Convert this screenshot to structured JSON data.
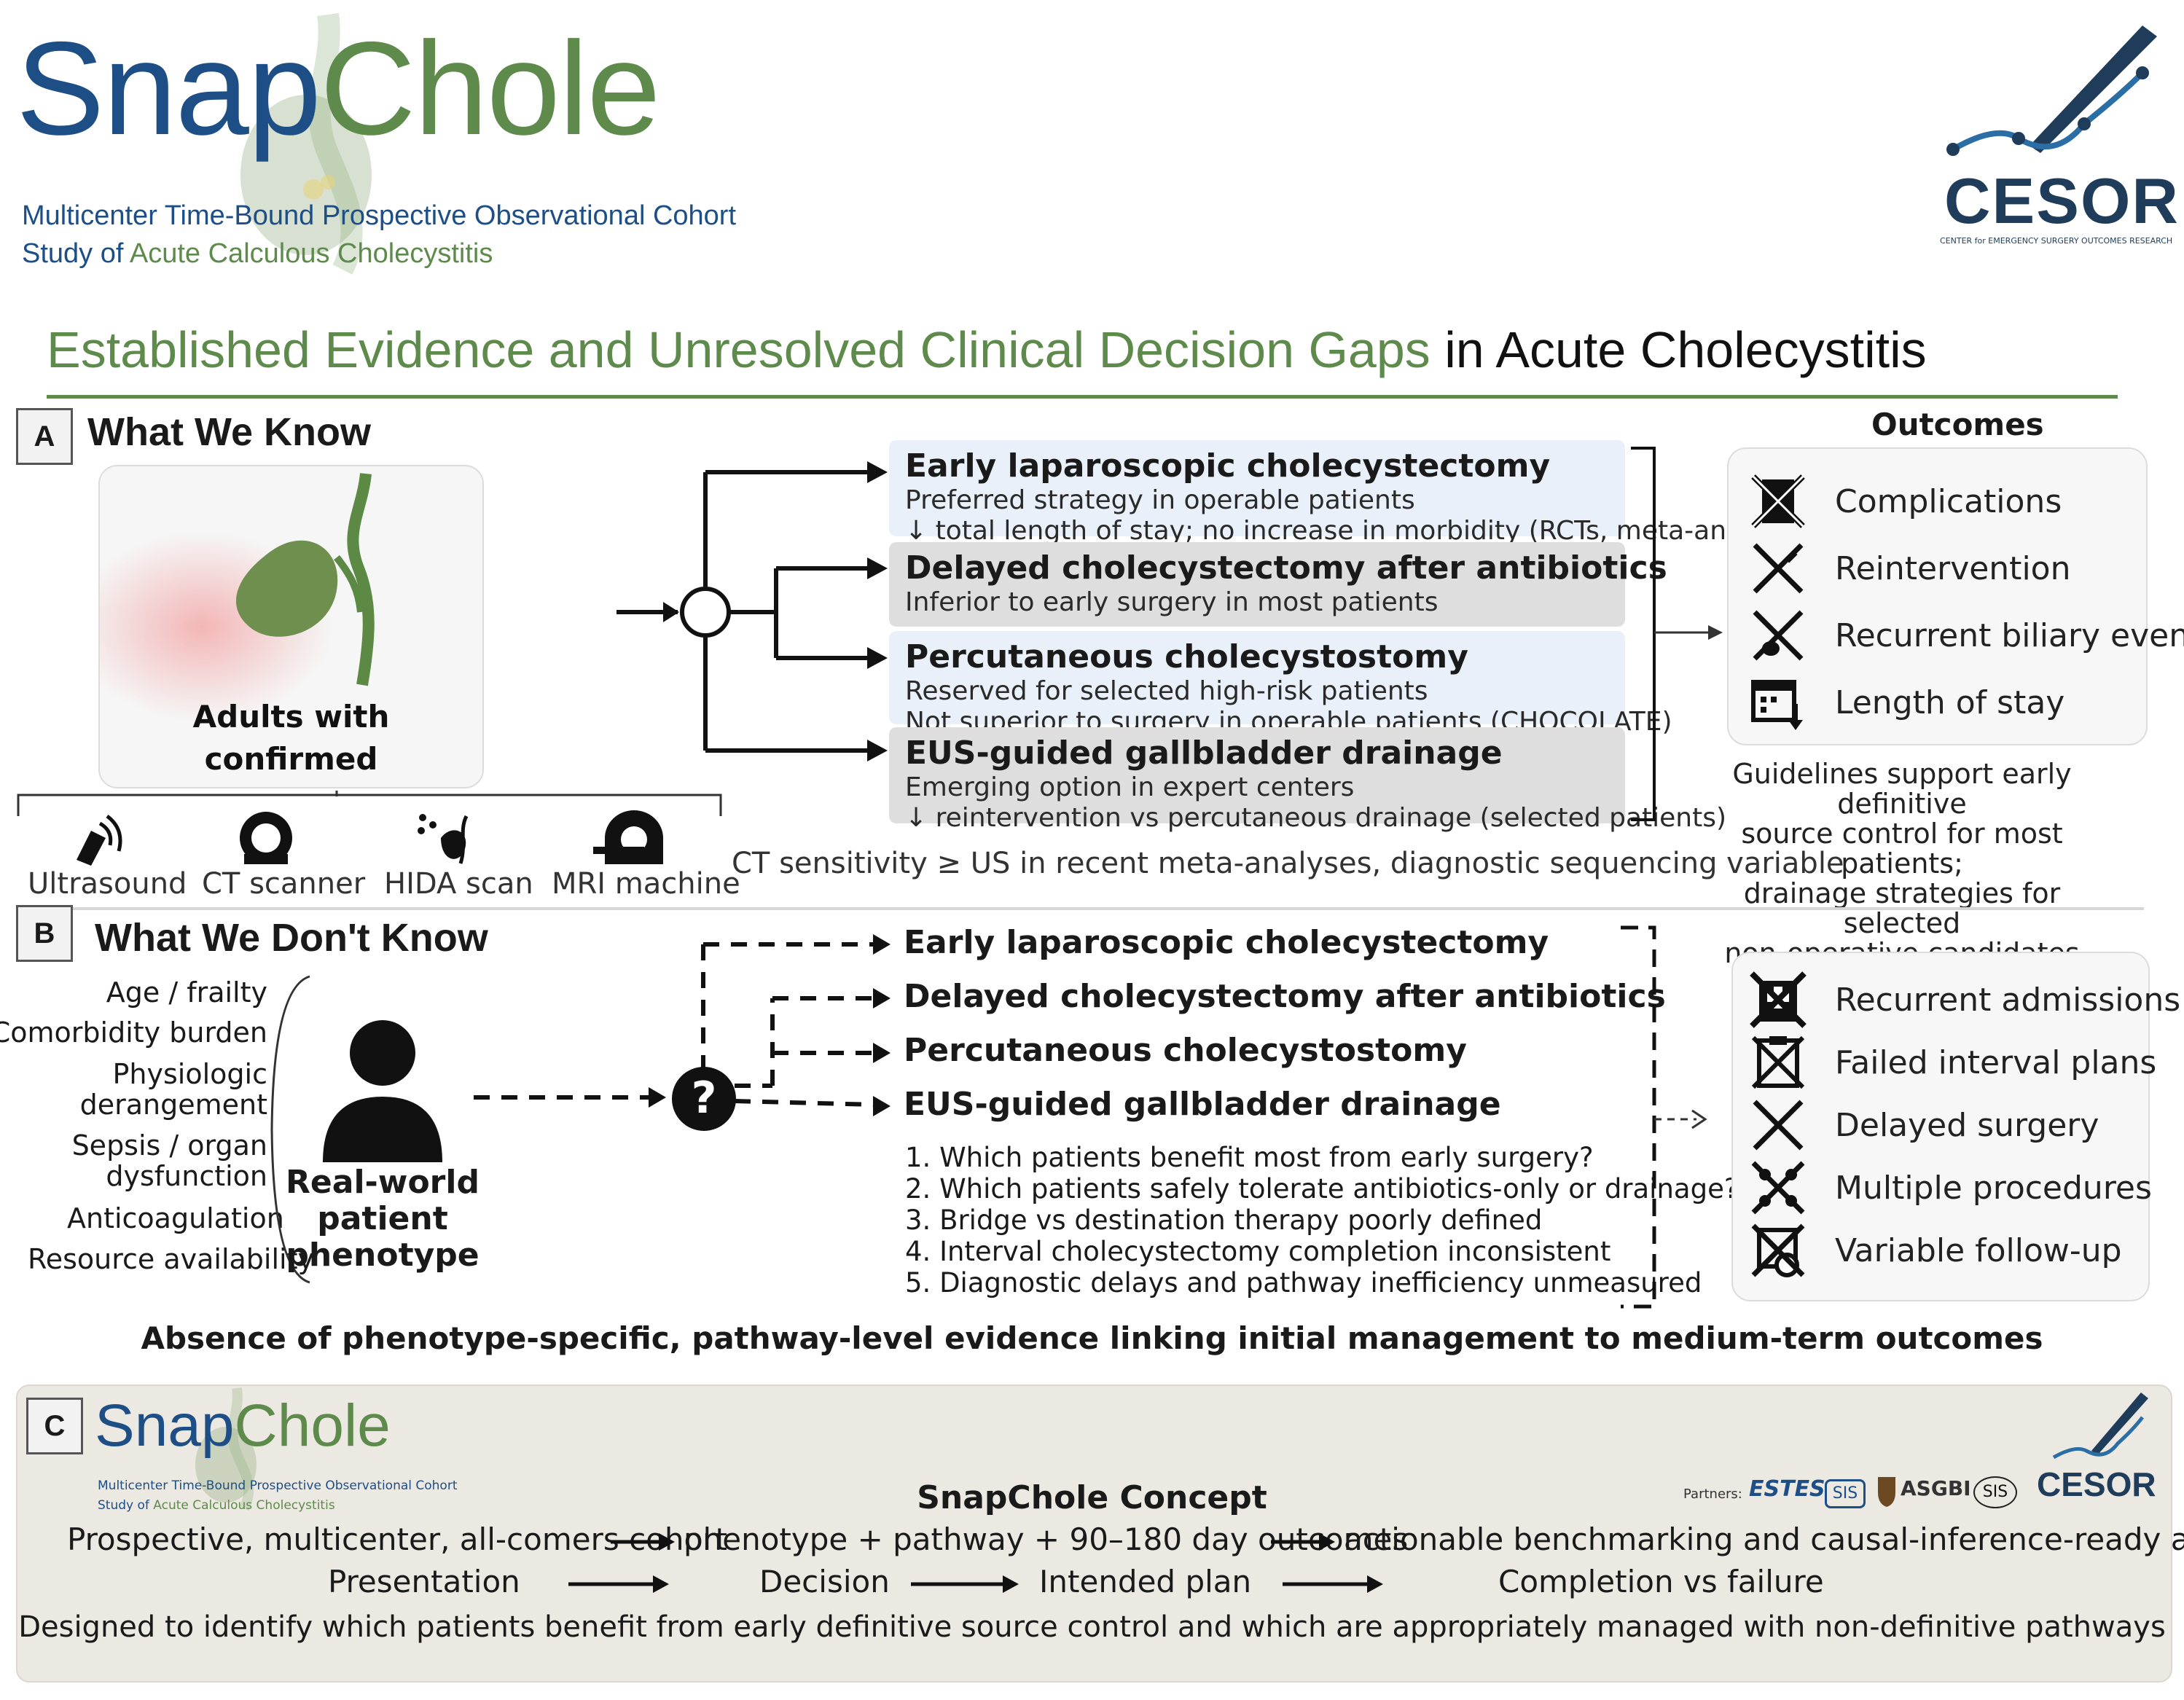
{
  "header": {
    "logo_snap": "Snap",
    "logo_chole": "Chole",
    "subtitle_line1": "Multicenter Time-Bound Prospective Observational Cohort",
    "subtitle_line2_prefix": "Study of ",
    "subtitle_line2_highlight": "Acute Calculous Cholecystitis",
    "org_name": "CESOR",
    "org_tagline": "CENTER for EMERGENCY SURGERY OUTCOMES RESEARCH"
  },
  "title": {
    "highlight": "Established Evidence and Unresolved Clinical Decision Gaps",
    "rest": " in Acute Cholecystitis"
  },
  "section_a": {
    "letter": "A",
    "heading": "What We Know",
    "patient_label_line1": "Adults with",
    "patient_label_line2": "confirmed cholecystitis",
    "diagnostics": [
      "Ultrasound",
      "CT scanner",
      "HIDA scan",
      "MRI machine"
    ],
    "ct_note": "CT sensitivity ≥ US in recent meta-analyses, diagnostic sequencing variable",
    "options": [
      {
        "title": "Early laparoscopic cholecystectomy",
        "line1": "Preferred strategy in operable patients",
        "line2": "↓ total length of stay; no increase in morbidity (RCTs, meta-analyses)"
      },
      {
        "title": "Delayed cholecystectomy after antibiotics",
        "line1": "Inferior to early surgery in most patients",
        "line2": ""
      },
      {
        "title": "Percutaneous cholecystostomy",
        "line1": "Reserved for selected high-risk patients",
        "line2": "Not superior to surgery in operable patients (CHOCOLATE)"
      },
      {
        "title": "EUS-guided gallbladder drainage",
        "line1": "Emerging option in expert centers",
        "line2": "↓ reintervention vs percutaneous drainage (selected patients)"
      }
    ],
    "outcomes_heading": "Outcomes",
    "outcomes": [
      "Complications",
      "Reintervention",
      "Recurrent biliary events",
      "Length of stay"
    ],
    "guideline_note": [
      "Guidelines support early definitive",
      "source control for most patients;",
      "drainage strategies for selected",
      "non-operative candidates"
    ]
  },
  "section_b": {
    "letter": "B",
    "heading": "What We Don't Know",
    "features": [
      "Age / frailty",
      "Comorbidity burden",
      "Physiologic",
      "derangement",
      "Sepsis / organ",
      "dysfunction",
      "Anticoagulation",
      "Resource availability"
    ],
    "patient_label_line1": "Real-world",
    "patient_label_line2": "patient phenotype",
    "decision_symbol": "?",
    "options": [
      "Early laparoscopic cholecystectomy",
      "Delayed cholecystectomy after antibiotics",
      "Percutaneous cholecystostomy",
      "EUS-guided gallbladder drainage"
    ],
    "questions": [
      "1. Which patients benefit most from early surgery?",
      "2. Which patients safely tolerate antibiotics-only or drainage?",
      "3. Bridge vs destination therapy poorly defined",
      "4. Interval cholecystectomy completion inconsistent",
      "5. Diagnostic delays and pathway inefficiency unmeasured"
    ],
    "outcomes": [
      "Recurrent admissions",
      "Failed interval plans",
      "Delayed surgery",
      "Multiple procedures",
      "Variable follow-up"
    ],
    "gap_statement": "Absence of phenotype-specific, pathway-level evidence linking initial management to medium-term outcomes"
  },
  "section_c": {
    "letter": "C",
    "logo_snap": "Snap",
    "logo_chole": "Chole",
    "subtitle_line1": "Multicenter Time-Bound Prospective Observational Cohort",
    "subtitle_line2_prefix": "Study of ",
    "subtitle_line2_highlight": "Acute Calculous Cholecystitis",
    "concept_title": "SnapChole Concept",
    "partners_label": "Partners:",
    "partners": [
      "ESTES",
      "SIS",
      "ASGBI",
      "SIS"
    ],
    "org_name": "CESOR",
    "flow_row1": [
      "Prospective, multicenter, all-comers cohort",
      "phenotype + pathway + 90–180 day outcomes",
      "actionable benchmarking and causal-inference-ready analyses"
    ],
    "flow_row2": [
      "Presentation",
      "Decision",
      "Intended plan",
      "Completion vs failure"
    ],
    "closing": "Designed to identify which patients benefit from early definitive source control and which are appropriately managed with non-definitive pathways"
  },
  "colors": {
    "brand_blue": "#1d4f86",
    "brand_green": "#5e8a4c",
    "option_light": "#e9f0fa",
    "option_grey": "#dedede"
  }
}
